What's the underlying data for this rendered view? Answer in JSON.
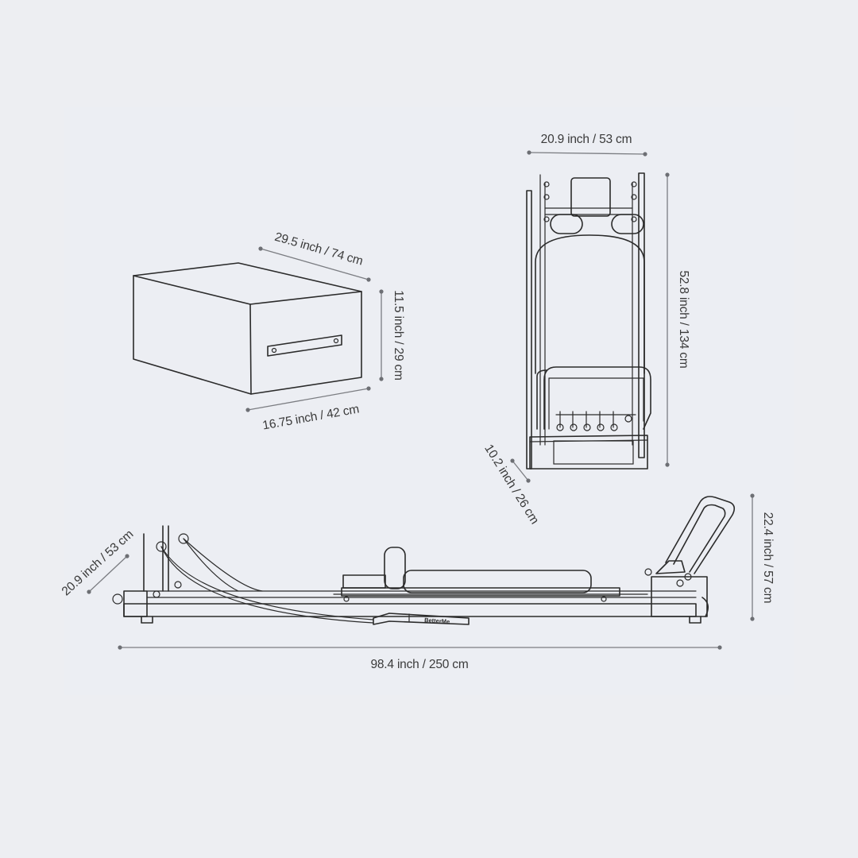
{
  "dimensions": {
    "box_length": "29.5 inch / 74 cm",
    "box_height": "11.5 inch / 29 cm",
    "box_width": "16.75 inch / 42 cm",
    "upright_width": "20.9 inch / 53 cm",
    "upright_height": "52.8 inch / 134 cm",
    "upright_depth": "10.2 inch / 26 cm",
    "reformer_width": "20.9 inch / 53 cm",
    "reformer_height": "22.4 inch / 57 cm",
    "reformer_length": "98.4 inch / 250 cm"
  },
  "brand": "BetterMe",
  "colors": {
    "background": "#edeef2",
    "line": "#2b2b2b",
    "dimension": "#7b7d82"
  }
}
